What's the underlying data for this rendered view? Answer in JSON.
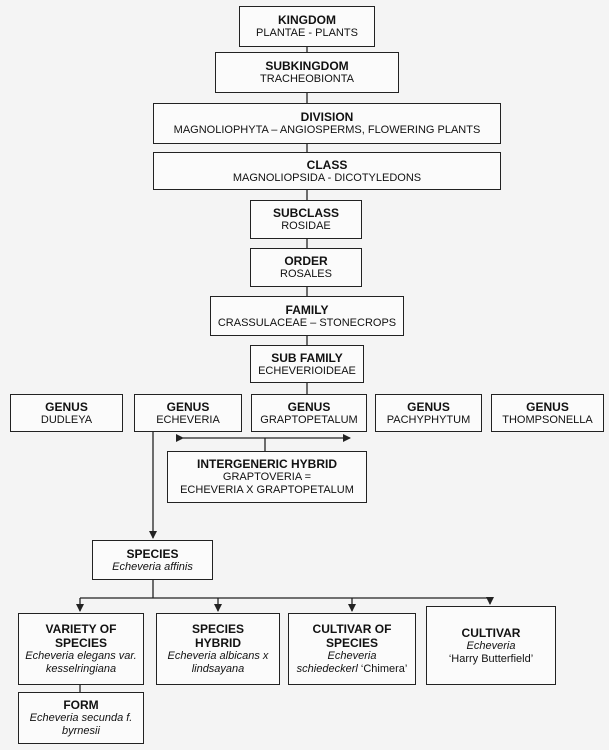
{
  "tree": {
    "kingdom": {
      "title": "KINGDOM",
      "sub": "PLANTAE - PLANTS"
    },
    "subkingdom": {
      "title": "SUBKINGDOM",
      "sub": "TRACHEOBIONTA"
    },
    "division": {
      "title": "DIVISION",
      "sub": "MAGNOLIOPHYTA – ANGIOSPERMS, FLOWERING PLANTS"
    },
    "class": {
      "title": "CLASS",
      "sub": "MAGNOLIOPSIDA - DICOTYLEDONS"
    },
    "subclass": {
      "title": "SUBCLASS",
      "sub": "ROSIDAE"
    },
    "order": {
      "title": "ORDER",
      "sub": "ROSALES"
    },
    "family": {
      "title": "FAMILY",
      "sub": "CRASSULACEAE – STONECROPS"
    },
    "subfamily": {
      "title": "SUB FAMILY",
      "sub": "ECHEVERIOIDEAE"
    },
    "genera": [
      {
        "title": "GENUS",
        "sub": "DUDLEYA"
      },
      {
        "title": "GENUS",
        "sub": "ECHEVERIA"
      },
      {
        "title": "GENUS",
        "sub": "GRAPTOPETALUM"
      },
      {
        "title": "GENUS",
        "sub": "PACHYPHYTUM"
      },
      {
        "title": "GENUS",
        "sub": "THOMPSONELLA"
      }
    ],
    "hybrid": {
      "title": "INTERGENERIC HYBRID",
      "sub": "GRAPTOVERIA =\nECHEVERIA X GRAPTOPETALUM"
    },
    "species": {
      "title": "SPECIES",
      "sub": "Echeveria affinis"
    },
    "variety": {
      "title": "VARIETY OF\nSPECIES",
      "sub": "Echeveria elegans var.\nkesselringiana"
    },
    "species_hybrid": {
      "title": "SPECIES\nHYBRID",
      "sub": "Echeveria albicans x\nlindsayana"
    },
    "cultivar_of_species": {
      "title": "CULTIVAR OF\nSPECIES",
      "sub_italic": "Echeveria\nschiedeckerl",
      "sub_plain": " ‘Chimera’"
    },
    "cultivar": {
      "title": "CULTIVAR",
      "sub_italic": "Echeveria",
      "sub_plain": "‘Harry Butterfield’"
    },
    "form": {
      "title": "FORM",
      "sub": "Echeveria secunda f.\nbyrnesii"
    }
  },
  "colors": {
    "line": "#222222",
    "box_bg": "#fbfbfb",
    "page_bg": "#f4f4f4"
  }
}
